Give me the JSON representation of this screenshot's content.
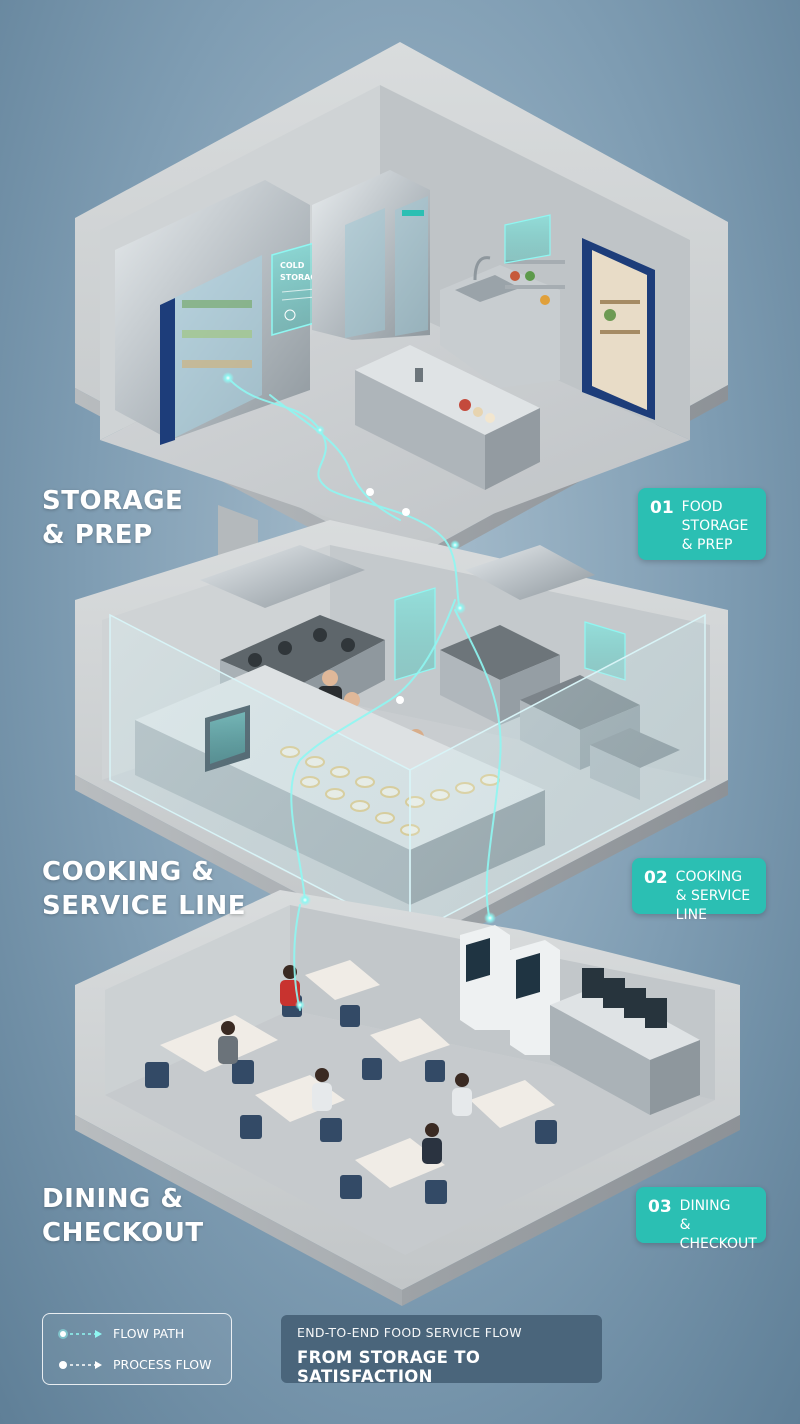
{
  "stages": [
    {
      "side_label_lines": [
        "STORAGE",
        "& PREP"
      ],
      "badge_number": "01",
      "badge_lines": [
        "FOOD",
        "STORAGE",
        "& PREP"
      ]
    },
    {
      "side_label_lines": [
        "COOKING &",
        "SERVICE LINE"
      ],
      "badge_number": "02",
      "badge_lines": [
        "COOKING",
        "& SERVICE LINE"
      ]
    },
    {
      "side_label_lines": [
        "DINING &",
        "CHECKOUT"
      ],
      "badge_number": "03",
      "badge_lines": [
        "DINING",
        "& CHECKOUT"
      ]
    }
  ],
  "screen_sign": {
    "lines": [
      "COLD",
      "STORAGE"
    ]
  },
  "legend": {
    "items": [
      {
        "label": "FLOW PATH",
        "icon": "glowing-dot-arrow-icon"
      },
      {
        "label": "PROCESS FLOW",
        "icon": "white-dot-arrow-icon"
      }
    ]
  },
  "tagline": {
    "line1": "END-TO-END FOOD SERVICE FLOW",
    "line2": "FROM STORAGE TO SATISFACTION"
  },
  "colors": {
    "accent_teal": "#2bbfb3",
    "flow_glow": "#7ff5f0",
    "tagline_bg": "#4a657b",
    "background": "#7f9db3"
  }
}
